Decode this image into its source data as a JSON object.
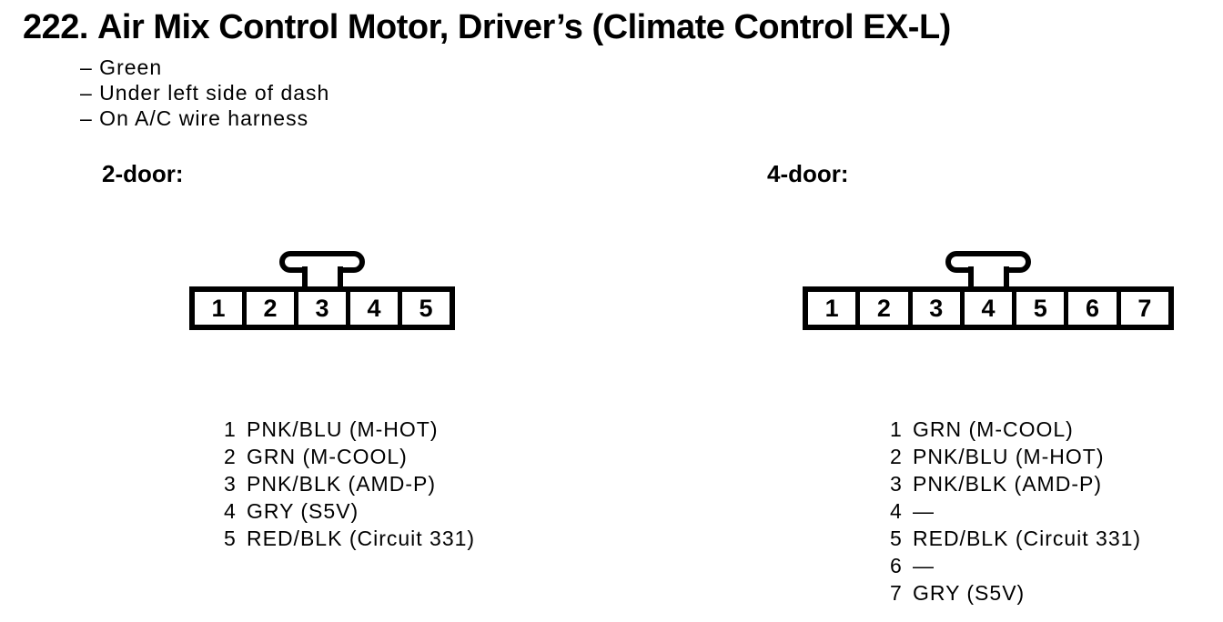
{
  "title": {
    "number": "222.",
    "text": "Air Mix Control Motor, Driver’s (Climate Control EX-L)"
  },
  "notes": [
    "– Green",
    "– Under left side of dash",
    "– On A/C wire harness"
  ],
  "sections": [
    {
      "heading": "2-door:",
      "connector": {
        "pin_count": 5,
        "pins": [
          "1",
          "2",
          "3",
          "4",
          "5"
        ],
        "tab_over_pin": "3"
      },
      "pinout": [
        {
          "pin": "1",
          "wire": "PNK/BLU (M-HOT)"
        },
        {
          "pin": "2",
          "wire": "GRN (M-COOL)"
        },
        {
          "pin": "3",
          "wire": "PNK/BLK (AMD-P)"
        },
        {
          "pin": "4",
          "wire": "GRY (S5V)"
        },
        {
          "pin": "5",
          "wire": "RED/BLK (Circuit 331)"
        }
      ]
    },
    {
      "heading": "4-door:",
      "connector": {
        "pin_count": 7,
        "pins": [
          "1",
          "2",
          "3",
          "4",
          "5",
          "6",
          "7"
        ],
        "tab_over_pin": "4"
      },
      "pinout": [
        {
          "pin": "1",
          "wire": "GRN (M-COOL)"
        },
        {
          "pin": "2",
          "wire": "PNK/BLU (M-HOT)"
        },
        {
          "pin": "3",
          "wire": "PNK/BLK (AMD-P)"
        },
        {
          "pin": "4",
          "wire": "—"
        },
        {
          "pin": "5",
          "wire": "RED/BLK (Circuit 331)"
        },
        {
          "pin": "6",
          "wire": "—"
        },
        {
          "pin": "7",
          "wire": "GRY (S5V)"
        }
      ]
    }
  ],
  "colors": {
    "ink": "#000000",
    "paper": "#ffffff"
  }
}
